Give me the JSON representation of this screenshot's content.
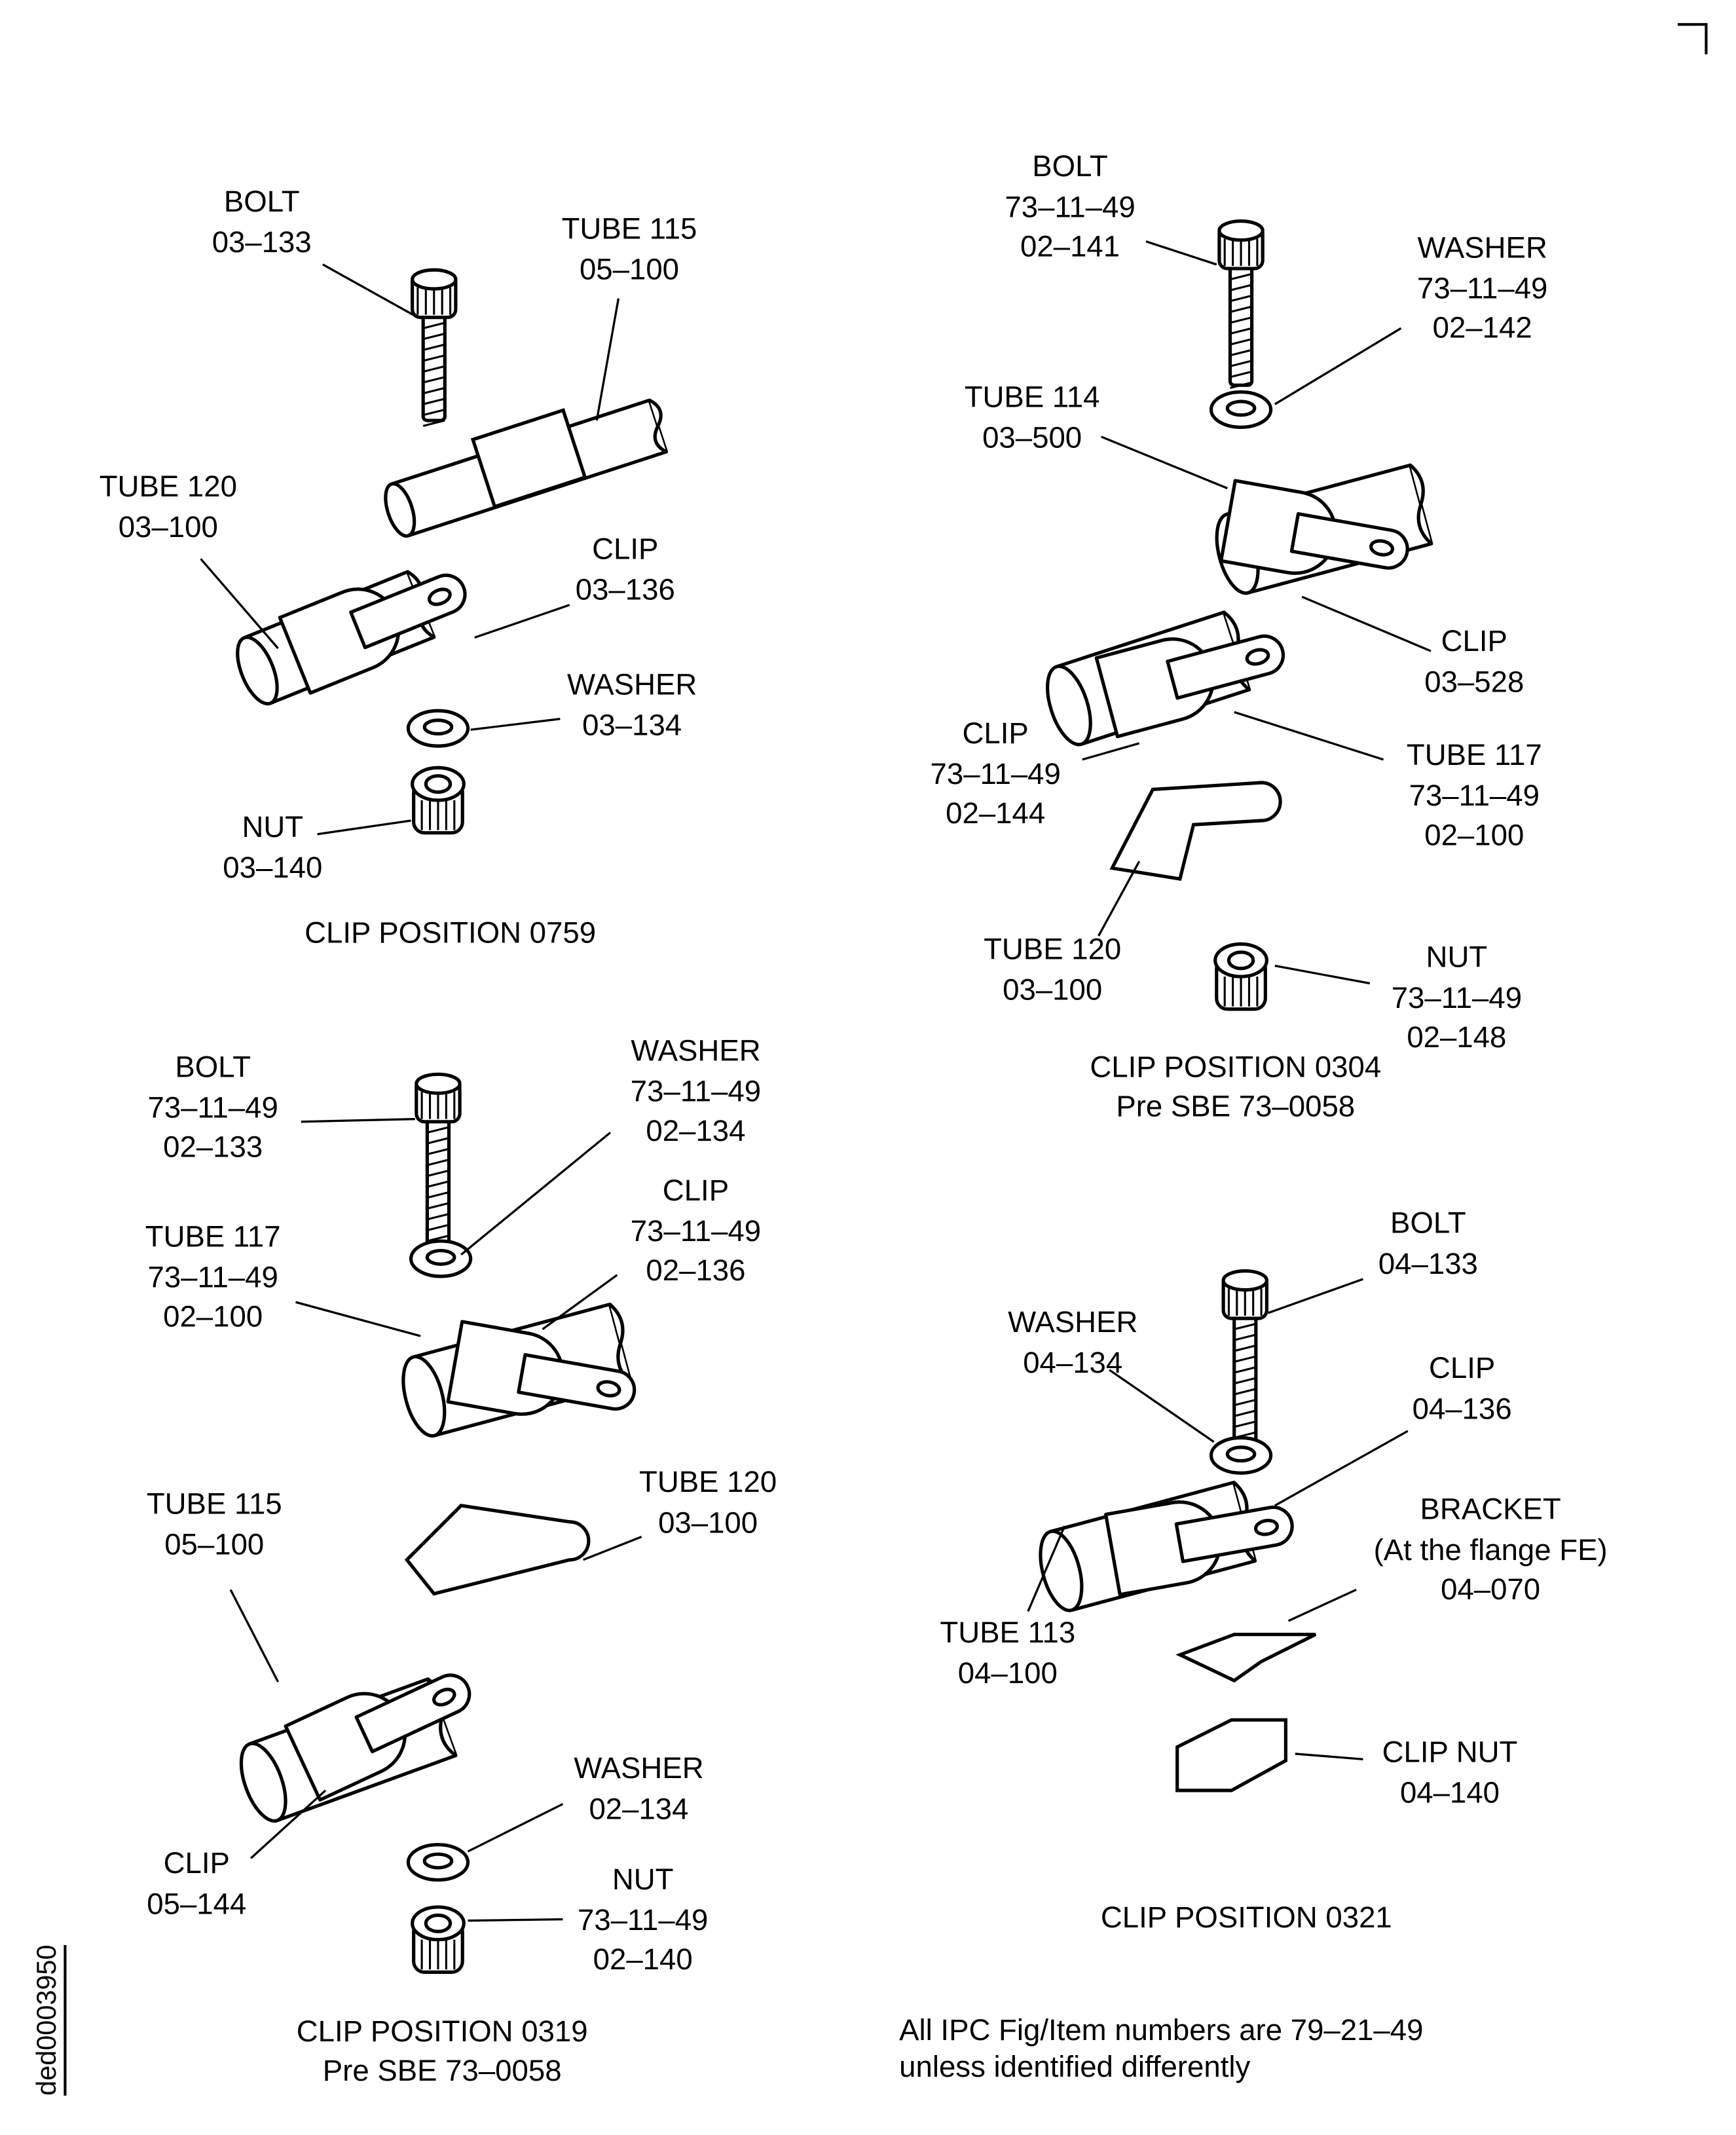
{
  "figures": {
    "p0759": {
      "title": "CLIP POSITION 0759",
      "labels": {
        "bolt": "BOLT\n03–133",
        "tube115": "TUBE 115\n05–100",
        "tube120": "TUBE 120\n03–100",
        "clip": "CLIP\n03–136",
        "washer": "WASHER\n03–134",
        "nut": "NUT\n03–140"
      }
    },
    "p0304": {
      "title": "CLIP POSITION 0304\nPre SBE 73–0058",
      "labels": {
        "bolt": "BOLT\n73–11–49\n02–141",
        "washer": "WASHER\n73–11–49\n02–142",
        "tube114": "TUBE 114\n03–500",
        "clip528": "CLIP\n03–528",
        "clip144": "CLIP\n73–11–49\n02–144",
        "tube117": "TUBE 117\n73–11–49\n02–100",
        "tube120": "TUBE 120\n03–100",
        "nut": "NUT\n73–11–49\n02–148"
      }
    },
    "p0319": {
      "title": "CLIP POSITION 0319\nPre SBE 73–0058",
      "labels": {
        "bolt": "BOLT\n73–11–49\n02–133",
        "washer1": "WASHER\n73–11–49\n02–134",
        "clip136": "CLIP\n73–11–49\n02–136",
        "tube117": "TUBE 117\n73–11–49\n02–100",
        "tube120": "TUBE 120\n03–100",
        "tube115": "TUBE 115\n05–100",
        "washer2": "WASHER\n02–134",
        "clip144": "CLIP\n05–144",
        "nut": "NUT\n73–11–49\n02–140"
      }
    },
    "p0321": {
      "title": "CLIP POSITION 0321",
      "labels": {
        "bolt": "BOLT\n04–133",
        "washer": "WASHER\n04–134",
        "clip": "CLIP\n04–136",
        "bracket": "BRACKET\n(At the flange FE)\n04–070",
        "tube113": "TUBE 113\n04–100",
        "clipnut": "CLIP NUT\n04–140"
      }
    }
  },
  "note": "All IPC Fig/Item numbers are 79–21–49\nunless identified differently",
  "document_id": "ded0003950"
}
